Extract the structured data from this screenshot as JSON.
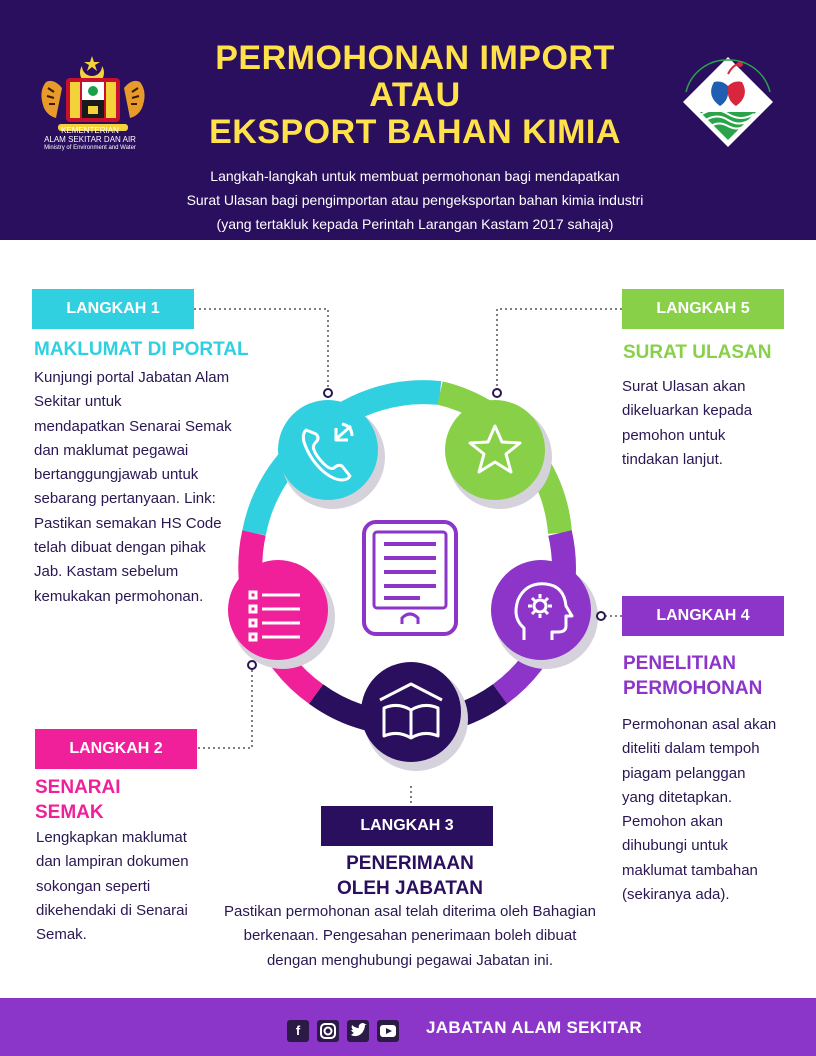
{
  "header": {
    "title_lines": [
      "PERMOHONAN IMPORT",
      "ATAU",
      "EKSPORT BAHAN KIMIA"
    ],
    "subtitle_lines": [
      "Langkah-langkah untuk membuat permohonan bagi mendapatkan",
      "Surat Ulasan bagi pengimportan atau pengeksportan bahan kimia industri",
      "(yang tertakluk kepada Perintah Larangan Kastam 2017 sahaja)"
    ],
    "ministry_lines": [
      "KEMENTERIAN",
      "ALAM SEKITAR DAN AIR",
      "Ministry of Environment and Water"
    ],
    "colors": {
      "background": "#2a0f5e",
      "title": "#ffe14a"
    }
  },
  "steps": [
    {
      "label": "LANGKAH 1",
      "heading_lines": [
        "MAKLUMAT DI PORTAL"
      ],
      "body_lines": [
        "Kunjungi portal Jabatan Alam",
        "Sekitar untuk",
        "mendapatkan Senarai Semak",
        "dan maklumat pegawai",
        "bertanggungjawab untuk",
        "sebarang pertanyaan. Link:",
        "Pastikan semakan HS Code",
        "telah dibuat dengan pihak",
        "Jab. Kastam sebelum",
        "kemukakan permohonan."
      ],
      "color": "#30d0e0",
      "icon": "phone-icon"
    },
    {
      "label": "LANGKAH 2",
      "heading_lines": [
        "SENARAI",
        "SEMAK"
      ],
      "body_lines": [
        "Lengkapkan maklumat",
        "dan lampiran dokumen",
        "sokongan seperti",
        "dikehendaki di Senarai",
        "Semak."
      ],
      "color": "#f0209a",
      "icon": "checklist-icon"
    },
    {
      "label": "LANGKAH 3",
      "heading_lines": [
        "PENERIMAAN",
        "OLEH JABATAN"
      ],
      "body_lines": [
        "Pastikan permohonan asal telah diterima oleh Bahagian",
        "berkenaan.  Pengesahan penerimaan boleh dibuat",
        "dengan menghubungi pegawai Jabatan ini."
      ],
      "color": "#2a0f5e",
      "icon": "book-icon"
    },
    {
      "label": "LANGKAH 4",
      "heading_lines": [
        "PENELITIAN",
        "PERMOHONAN"
      ],
      "body_lines": [
        "Permohonan asal akan",
        "diteliti dalam tempoh",
        "piagam pelanggan",
        "yang ditetapkan.",
        "Pemohon akan",
        "dihubungi untuk",
        "maklumat tambahan",
        "(sekiranya ada)."
      ],
      "color": "#8c35c8",
      "icon": "head-gear-icon"
    },
    {
      "label": "LANGKAH 5",
      "heading_lines": [
        "SURAT ULASAN"
      ],
      "body_lines": [
        "Surat Ulasan akan",
        "dikeluarkan kepada",
        "pemohon untuk",
        "tindakan lanjut."
      ],
      "color": "#88d048",
      "icon": "star-icon"
    }
  ],
  "center_icon": "tablet-document-icon",
  "footer": {
    "name": "JABATAN ALAM SEKITAR",
    "social_icons": [
      "facebook-icon",
      "instagram-icon",
      "twitter-icon",
      "youtube-icon"
    ],
    "color": "#8b35c9"
  }
}
